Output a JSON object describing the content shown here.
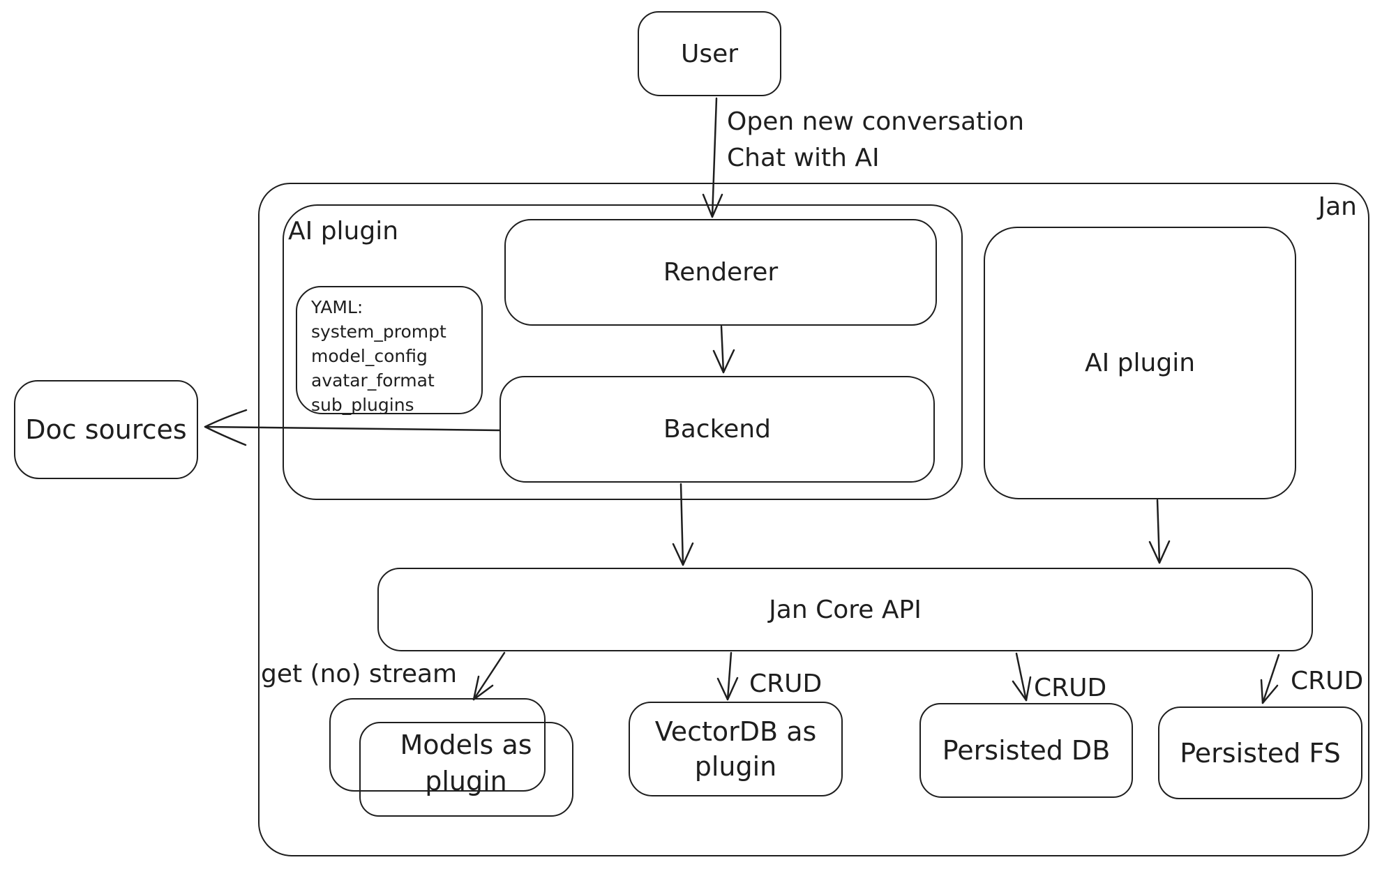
{
  "diagram": {
    "colors": {
      "stroke": "#1e1e1e",
      "background": "#ffffff"
    },
    "outer": {
      "label": "Jan"
    },
    "nodes": {
      "user": {
        "label": "User"
      },
      "ai_plugin_left": {
        "label": "AI plugin"
      },
      "renderer": {
        "label": "Renderer"
      },
      "backend": {
        "label": "Backend"
      },
      "yaml_note": {
        "lines": [
          "YAML:",
          "system_prompt",
          "model_config",
          "avatar_format",
          "sub_plugins"
        ]
      },
      "ai_plugin_right": {
        "label": "AI plugin"
      },
      "doc_sources": {
        "label": "Doc sources"
      },
      "jan_core_api": {
        "label": "Jan Core API"
      },
      "models_plugin": {
        "label": "Models as plugin"
      },
      "vectordb_plugin": {
        "label": "VectorDB as plugin"
      },
      "persisted_db": {
        "label": "Persisted DB"
      },
      "persisted_fs": {
        "label": "Persisted FS"
      }
    },
    "edge_labels": {
      "user_to_renderer_line1": "Open new conversation",
      "user_to_renderer_line2": "Chat with AI",
      "core_to_models": "get (no) stream",
      "core_to_vectordb": "CRUD",
      "core_to_persisted_db": "CRUD",
      "core_to_persisted_fs": "CRUD"
    }
  }
}
